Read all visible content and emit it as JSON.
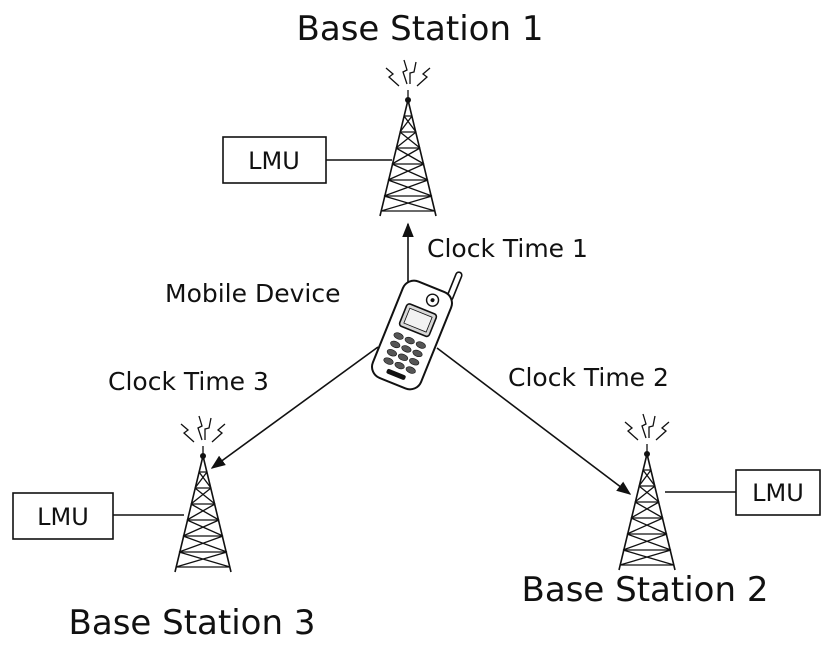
{
  "stations": {
    "bs1": {
      "title": "Base Station 1",
      "lmu": "LMU",
      "clock": "Clock Time 1"
    },
    "bs2": {
      "title": "Base Station 2",
      "lmu": "LMU",
      "clock": "Clock Time 2"
    },
    "bs3": {
      "title": "Base Station 3",
      "lmu": "LMU",
      "clock": "Clock Time 3"
    }
  },
  "mobile": {
    "label": "Mobile Device"
  }
}
